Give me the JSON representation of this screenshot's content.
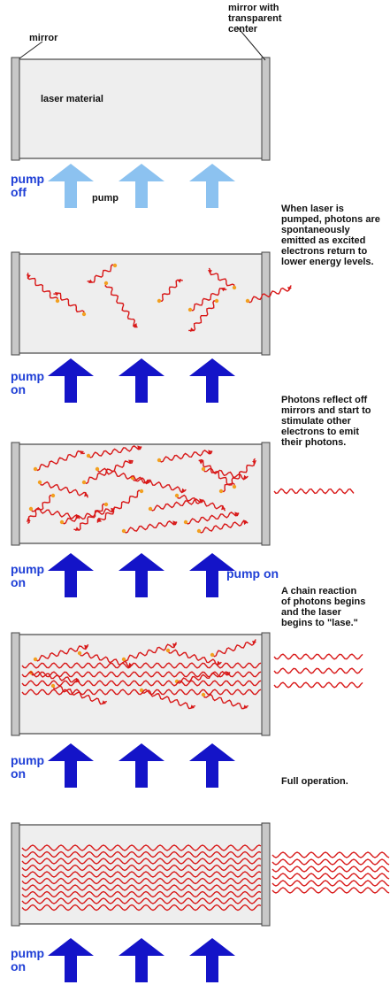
{
  "labels": {
    "mirror": "mirror",
    "mirror_transparent": "mirror with transparent center",
    "laser_material": "laser material",
    "pump": "pump"
  },
  "panels": [
    {
      "pump_state": "pump off",
      "caption": "",
      "pump_note": ""
    },
    {
      "pump_state": "pump on",
      "caption": "When laser is pumped, photons are spontaneously emitted as excited electrons return to lower energy levels.",
      "pump_note": ""
    },
    {
      "pump_state": "pump on",
      "caption": "Photons reflect off mirrors and start to stimulate other electrons to emit their photons.",
      "pump_note": "pump on"
    },
    {
      "pump_state": "pump on",
      "caption": "A chain reaction of photons begins and the laser begins to \"lase.\"",
      "pump_note": ""
    },
    {
      "pump_state": "pump on",
      "caption": "Full operation.",
      "pump_note": ""
    }
  ],
  "colors": {
    "pump_off_arrow": "#8cc2f0",
    "pump_on_arrow": "#1414c8",
    "pump_text": "#1f3fd6",
    "photon": "#d81818",
    "electron": "#f2a020",
    "tube": "#eeeeee",
    "mirror": "#c8c8c8"
  }
}
